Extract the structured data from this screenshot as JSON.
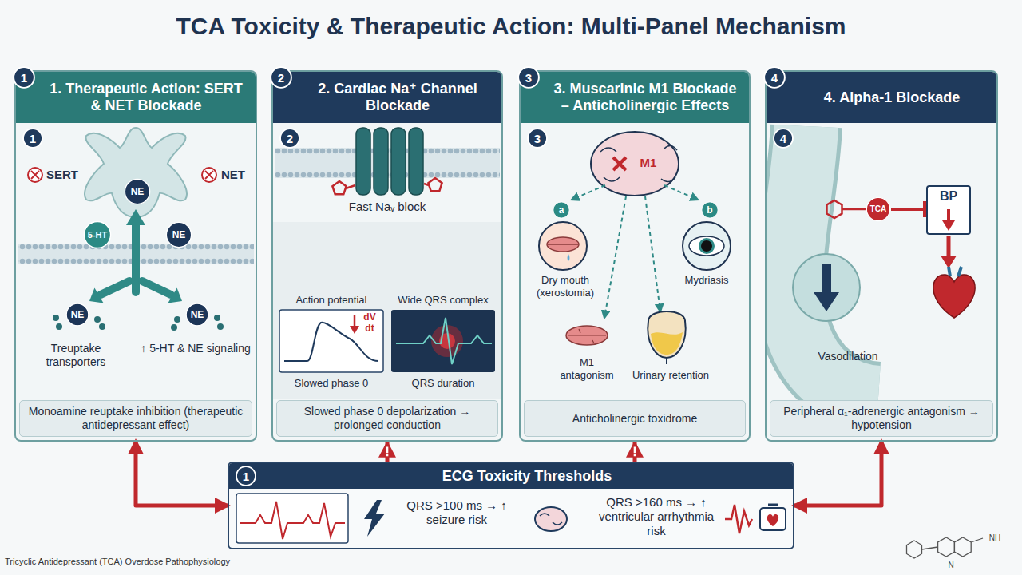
{
  "diagram": {
    "title": "TCA Toxicity & Therapeutic Action: Multi-Panel Mechanism",
    "caption": "Tricyclic Antidepressant (TCA) Overdose Pathophysiology",
    "nodes": [
      {
        "text": [
          "1"
        ]
      },
      {
        "text": [
          "1. Therapeutic Action: SERT & NET Blockade"
        ]
      },
      {
        "text": [
          "1"
        ],
        "in": 1
      },
      {
        "text": [
          "NE"
        ],
        "in": 1
      },
      {
        "text": [
          "5-HT"
        ],
        "in": 1
      },
      {
        "text": [
          "NE"
        ],
        "in": 1
      },
      {
        "text": [
          "NE"
        ],
        "in": 1
      },
      {
        "text": [
          "NE"
        ],
        "in": 1
      },
      {
        "text": [
          "Monoamine reuptake inhibition (therapeutic antidepressant effect)"
        ],
        "in": 1
      },
      {
        "text": [
          "2"
        ]
      },
      {
        "text": [
          "2. Cardiac Na⁺ Channel Blockade"
        ]
      },
      {
        "text": [
          "2"
        ],
        "in": 10
      },
      {
        "text": [
          "Slowed phase 0 depolarization → prolonged conduction"
        ],
        "in": 10
      },
      {
        "text": [
          "3"
        ]
      },
      {
        "text": [
          "3. Muscarinic M1 Blockade – Anticholinergic Effects"
        ]
      },
      {
        "text": [
          "3"
        ],
        "in": 14
      },
      {
        "text": [
          "a"
        ],
        "in": 14
      },
      {
        "text": [
          "b"
        ],
        "in": 14
      },
      {
        "text": [
          "Anticholinergic toxidrome"
        ],
        "in": 14
      },
      {
        "text": [
          "4"
        ]
      },
      {
        "text": [
          "4. Alpha-1 Blockade"
        ]
      },
      {
        "text": [
          "4"
        ],
        "in": 20
      },
      {
        "text": [
          "TCA"
        ],
        "in": 20
      },
      {
        "text": [
          "BP"
        ],
        "in": 20
      },
      {
        "text": [
          "Peripheral α₁-adrenergic antagonism → hypotension"
        ],
        "in": 20
      },
      {
        "text": [
          "ECG Toxicity Thresholds",
          "QRS >100 ms → ↑ seizure risk",
          "QRS >160 ms → ↑ ventricular arrhythmia risk"
        ]
      },
      {
        "text": [
          "1"
        ],
        "in": 25
      }
    ],
    "edges": [
      {
        "from": 25,
        "to": 1,
        "arrow": "both"
      },
      {
        "from": 25,
        "to": 10,
        "arrow": "to"
      },
      {
        "from": 25,
        "to": 14,
        "arrow": "to"
      },
      {
        "from": 25,
        "to": 20,
        "arrow": "both"
      }
    ],
    "labels": [
      "SERT",
      "NET",
      "Treuptake transporters",
      "↑ 5-HT & NE signaling",
      "Fast Naᵥ block",
      "Action potential",
      "dV dt",
      "Wide QRS complex",
      "Slowed phase 0",
      "QRS duration",
      "M1",
      "Dry mouth (xerostomia)",
      "Mydriasis",
      "M1 antagonism",
      "Urinary retention",
      "Vasodilation",
      "NH",
      "N"
    ]
  }
}
